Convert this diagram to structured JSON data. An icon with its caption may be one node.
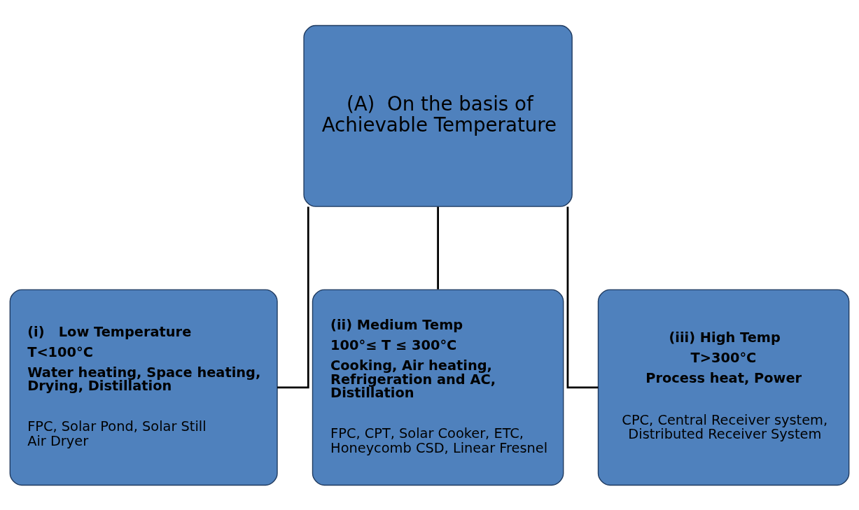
{
  "diagram": {
    "nodes": [
      {
        "text": [
          "(A)  On the basis of Achievable Temperature"
        ]
      },
      {
        "text": [
          "(i)   Low Temperature",
          "T<100°C",
          "Water heating, Space heating, Drying, Distillation",
          "FPC, Solar Pond, Solar Still Air Dryer"
        ]
      },
      {
        "text": [
          "(ii) Medium Temp",
          "100°≤ T ≤ 300°C",
          "Cooking, Air heating, Refrigeration and AC, Distillation",
          "FPC, CPT, Solar Cooker, ETC, Honeycomb CSD, Linear Fresnel"
        ]
      },
      {
        "text": [
          "(iii) High Temp",
          "T>300°C",
          "Process heat, Power",
          "CPC, Central Receiver system, Distributed Receiver System"
        ]
      }
    ],
    "edges": [
      {
        "from": 0,
        "to": 1,
        "arrow": "none"
      },
      {
        "from": 0,
        "to": 2,
        "arrow": "none"
      },
      {
        "from": 0,
        "to": 3,
        "arrow": "none"
      }
    ]
  }
}
